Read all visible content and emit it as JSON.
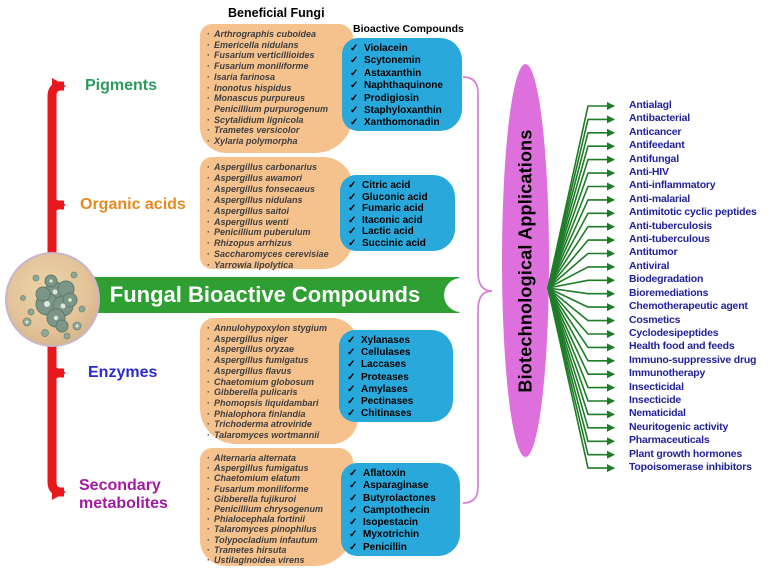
{
  "diagram": {
    "banner_title": "Fungal Bioactive Compounds",
    "beneficial_fungi_header": "Beneficial Fungi",
    "bioactive_compounds_header": "Bioactive Compounds",
    "ellipse_label": "Biotechnological Applications"
  },
  "markers": {
    "bullet": "·",
    "check": "✓"
  },
  "colors": {
    "red_bracket": "#e8191c",
    "banner_green": "#2f9e33",
    "box_orange": "#f5c28d",
    "box_blue": "#29a8dc",
    "ellipse_purple": "#dd70dd",
    "brace_pink": "#d77fd7",
    "arrow_green": "#1e7c28",
    "application_text": "#22229c"
  },
  "categories": [
    {
      "label": "Pigments",
      "color": "#2e9b5e",
      "fungi": [
        "Arthrographis cuboidea",
        "Emericella nidulans",
        "Fusarium verticillioides",
        "Fusarium moniliforme",
        "Isaria farinosa",
        "Inonotus hispidus",
        "Monascus purpureus",
        "Penicillium purpurogenum",
        "Scytalidium lignicola",
        "Trametes versicolor",
        "Xylaria polymorpha"
      ],
      "compounds": [
        "Violacein",
        "Scytonemin",
        "Astaxanthin",
        "Naphthaquinone",
        "Prodigiosin",
        "Staphyloxanthin",
        "Xanthomonadin"
      ]
    },
    {
      "label": "Organic acids",
      "color": "#e8891f",
      "fungi": [
        "Aspergillus carbonarius",
        "Aspergillus awamori",
        "Aspergillus fonsecaeus",
        "Aspergillus nidulans",
        "Aspergillus saitoi",
        "Aspergillus wenti",
        "Penicillium puberulum",
        "Rhizopus arrhizus",
        "Saccharomyces cerevisiae",
        "Yarrowia lipolytica"
      ],
      "compounds": [
        "Citric acid",
        "Gluconic acid",
        "Fumaric acid",
        "Itaconic acid",
        "Lactic acid",
        "Succinic acid"
      ]
    },
    {
      "label": "Enzymes",
      "color": "#2a2ad4",
      "fungi": [
        "Annulohypoxylon stygium",
        "Aspergillus niger",
        "Aspergillus oryzae",
        "Aspergillus fumigatus",
        "Aspergillus flavus",
        "Chaetomium globosum",
        "Gibberella pulicaris",
        "Phomopsis liquidambari",
        "Phialophora finlandia",
        "Trichoderma atroviride",
        "Talaromyces wortmannii"
      ],
      "compounds": [
        "Xylanases",
        "Cellulases",
        "Laccases",
        "Proteases",
        "Amylases",
        "Pectinases",
        "Chitinases"
      ]
    },
    {
      "label": "Secondary metabolites",
      "color": "#a11ba1",
      "fungi": [
        "Alternaria alternata",
        "Aspergillus fumigatus",
        "Chaetomium elatum",
        "Fusarium moniliforme",
        "Gibberella fujikuroi",
        "Penicillium chrysogenum",
        "Phialocephala fortinii",
        "Talaromyces pinophilus",
        "Tolypocladium infautum",
        "Trametes hirsuta",
        "Ustilaginoidea virens"
      ],
      "compounds": [
        "Aflatoxin",
        "Asparaginase",
        "Butyrolactones",
        "Camptothecin",
        "Isopestacin",
        "Myxotrichin",
        "Penicillin"
      ]
    }
  ],
  "applications": {
    "items": [
      "Antialagl",
      "Antibacterial",
      "Anticancer",
      "Antifeedant",
      "Antifungal",
      "Anti-HIV",
      "Anti-inflammatory",
      "Anti-malarial",
      "Antimitotic cyclic peptides",
      "Anti-tuberculosis",
      "Anti-tuberculous",
      "Antitumor",
      "Antiviral",
      "Biodegradation",
      "Bioremediations",
      "Chemotherapeutic agent",
      "Cosmetics",
      "Cyclodesipeptides",
      "Health food and feeds",
      "Immuno-suppressive drug",
      "Immunotherapy",
      "Insecticidal",
      "Insecticide",
      "Nematicidal",
      "Neuritogenic activity",
      "Pharmaceuticals",
      "Plant growth hormones",
      "Topoisomerase inhibitors"
    ]
  }
}
